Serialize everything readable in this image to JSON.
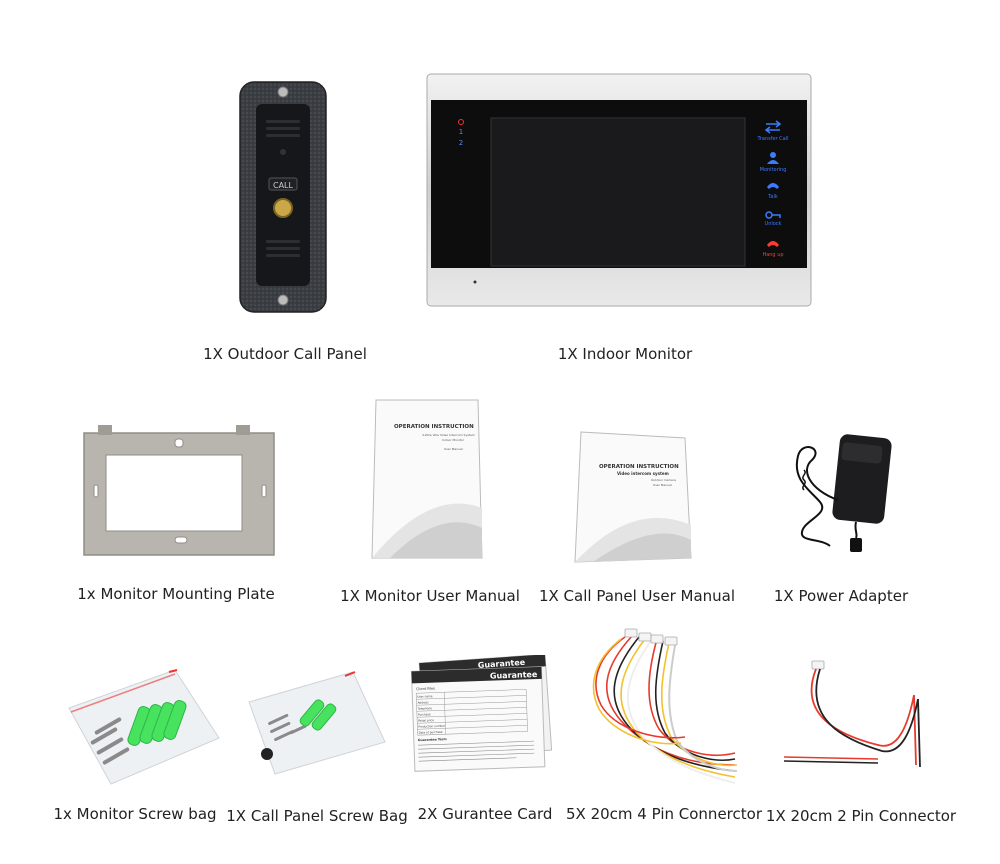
{
  "items": {
    "outdoor_panel": {
      "label": "1X Outdoor Call Panel",
      "button_text": "CALL"
    },
    "indoor_monitor": {
      "label": "1X Indoor Monitor",
      "led_labels": [
        "1",
        "2"
      ],
      "buttons": [
        "Transfer Call",
        "Monitoring",
        "Talk",
        "Unlock",
        "Hang up"
      ]
    },
    "mounting_plate": {
      "label": "1x Monitor Mounting Plate"
    },
    "monitor_manual": {
      "label": "1X Monitor User Manual",
      "title": "OPERATION INSTRUCTION",
      "subtitle": "4-Wire Villa Video Intercom System",
      "sub2": "Indoor Monitor",
      "sub3": "User Manual"
    },
    "panel_manual": {
      "label": "1X Call Panel User Manual",
      "title": "OPERATION INSTRUCTION",
      "subtitle": "Video intercom system",
      "sub2": "Outdoor Camera",
      "sub3": "User Manual"
    },
    "power_adapter": {
      "label": "1X Power Adapter"
    },
    "monitor_screw_bag": {
      "label": "1x Monitor Screw bag"
    },
    "panel_screw_bag": {
      "label": "1X Call Panel Screw Bag"
    },
    "guarantee_card": {
      "label": "2X Gurantee Card",
      "card_title": "Guarantee",
      "section_title": "Client Files",
      "rows": [
        "User name",
        "Address",
        "Telephone",
        "Purchase",
        "Retail price",
        "Production number",
        "Date of purchase"
      ],
      "terms_title": "Guarantee Term"
    },
    "four_pin": {
      "label": "5X 20cm 4 Pin Connerctor"
    },
    "two_pin": {
      "label": "1X 20cm 2 Pin Connector"
    }
  },
  "colors": {
    "panel_body": "#3a3d42",
    "monitor_frame": "#d8d8d8",
    "screen": "#111111",
    "accent_blue": "#3b7bff",
    "hangup_red": "#ff3b30",
    "screw_anchor_green": "#47e35f"
  }
}
